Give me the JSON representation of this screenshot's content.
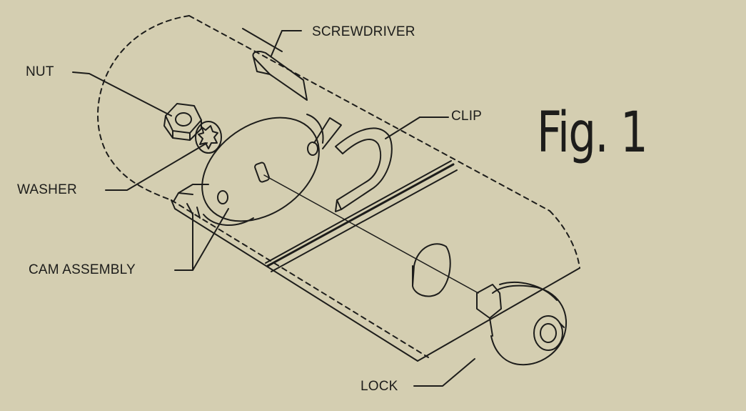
{
  "figure": {
    "title": "Fig. 1"
  },
  "labels": {
    "screwdriver": "SCREWDRIVER",
    "nut": "NUT",
    "clip": "CLIP",
    "washer": "WASHER",
    "cam_assembly": "CAM ASSEMBLY",
    "lock": "LOCK"
  },
  "colors": {
    "background": "#d4ceb1",
    "ink": "#1d1d1b"
  }
}
